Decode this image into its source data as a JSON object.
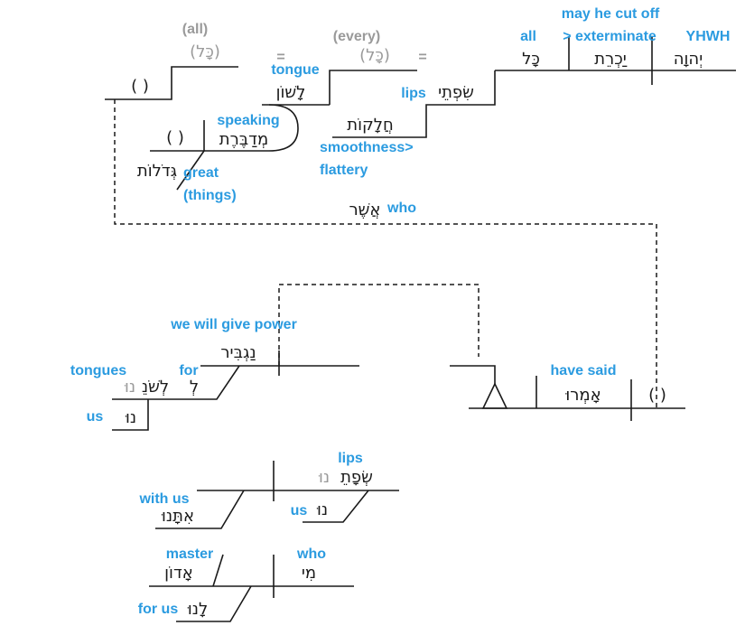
{
  "colors": {
    "gloss": "#2b9be0",
    "implied": "#9a9a9a",
    "ink": "#1a1a1a"
  },
  "main_clause": {
    "subject": {
      "hebrew": "יְהוָה",
      "gloss": "YHWH"
    },
    "verb": {
      "hebrew": "יַכְרֵת",
      "gloss": "may he cut off\n> exterminate"
    },
    "object_all": {
      "hebrew": "כָּל",
      "gloss": "all"
    },
    "lips": {
      "hebrew": "שִׂפְתֵי",
      "gloss": "lips"
    },
    "smoothness": {
      "hebrew": "חֲלָקוֹת",
      "gloss": "smoothness>\nflattery"
    },
    "every": {
      "hebrew": "(כָּל)",
      "gloss": "(every)"
    },
    "tongue": {
      "hebrew": "לָשׁוֹן",
      "gloss": "tongue"
    },
    "all_implied": {
      "hebrew": "(כָּל)",
      "gloss": "(all)"
    },
    "speaking": {
      "hebrew": "מְדַבֶּרֶת",
      "gloss": "speaking"
    },
    "great": {
      "hebrew": "גְּדֹלוֹת",
      "gloss": "great\n(things)"
    },
    "relative": {
      "hebrew": "אֲשֶׁר",
      "gloss": "who"
    },
    "equals": "=",
    "empty_slot": "( )"
  },
  "relative_clause": {
    "verb": {
      "hebrew": "אָמְרוּ",
      "gloss": "have said"
    },
    "empty_slot": "( )"
  },
  "speech_clause_1": {
    "verb": {
      "hebrew": "נַגְבִּיר",
      "gloss": "we will give power"
    },
    "prep": {
      "hebrew": "לְ",
      "gloss": "for"
    },
    "tongues": {
      "hebrew": "לְשֹׁנֵ",
      "suffix": "נוּ",
      "gloss": "tongues"
    },
    "us": {
      "hebrew": "נוּ",
      "gloss": "us"
    }
  },
  "speech_clause_2": {
    "lips": {
      "hebrew": "שְׂפָתֵ",
      "suffix": "נוּ",
      "gloss": "lips"
    },
    "us": {
      "hebrew": "נוּ",
      "gloss": "us"
    },
    "with_us": {
      "hebrew": "אִתָּנוּ",
      "gloss": "with us"
    }
  },
  "speech_clause_3": {
    "master": {
      "hebrew": "אָדוֹן",
      "gloss": "master"
    },
    "who": {
      "hebrew": "מִי",
      "gloss": "who"
    },
    "for_us": {
      "hebrew": "לָנוּ",
      "gloss": "for us"
    }
  }
}
